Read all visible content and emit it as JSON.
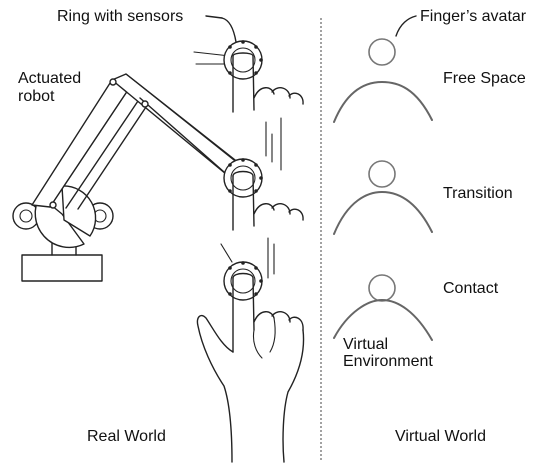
{
  "labels": {
    "ring_with_sensors": "Ring with sensors",
    "fingers_avatar": "Finger’s avatar",
    "actuated": "Actuated",
    "robot": "robot",
    "free_space": "Free Space",
    "transition": "Transition",
    "contact": "Contact",
    "virtual": "Virtual",
    "environment": "Environment",
    "real_world": "Real World",
    "virtual_world": "Virtual World"
  }
}
